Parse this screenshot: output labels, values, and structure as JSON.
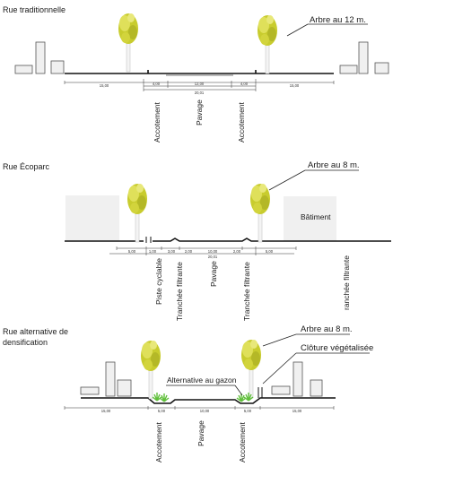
{
  "sections": [
    {
      "id": "traditional",
      "title": "Rue traditionnelle",
      "callout": "Arbre au 12 m.",
      "dimensions": [
        "15,00",
        "4,00",
        "12,00",
        "20,01",
        "4,00",
        "15,00"
      ],
      "vertical_labels": [
        "Accotement",
        "Pavage",
        "Accotement"
      ]
    },
    {
      "id": "ecoparc",
      "title": "Rue Écoparc",
      "callout": "Arbre au 8 m.",
      "building_label": "Bâtiment",
      "dimensions": [
        "5,00",
        "1,00",
        "3,00",
        "2,00",
        "10,00",
        "2,00",
        "20,01",
        "5,00"
      ],
      "vertical_labels": [
        "Piste cyclable",
        "Tranchée filtrante",
        "Pavage",
        "Tranchée filtrante",
        "ranchée filtrante"
      ]
    },
    {
      "id": "densification",
      "title_line1": "Rue alternative de",
      "title_line2": "densification",
      "callout_tree": "Arbre au 8 m.",
      "callout_fence": "Clôture végétalisée",
      "callout_grass": "Alternative au gazon",
      "dimensions": [
        "15,00",
        "5,00",
        "10,00",
        "5,00",
        "15,00"
      ],
      "vertical_labels": [
        "Accotement",
        "Pavage",
        "Accotement"
      ]
    }
  ],
  "colors": {
    "tree_canopy": "#c8cc2e",
    "tree_canopy_light": "#e4e46a",
    "tree_trunk": "#f2f2f2",
    "building_fill": "#f0f0f0",
    "building_stroke": "#5a5a5a",
    "grass": "#5fbf3a",
    "ground": "#111111"
  }
}
